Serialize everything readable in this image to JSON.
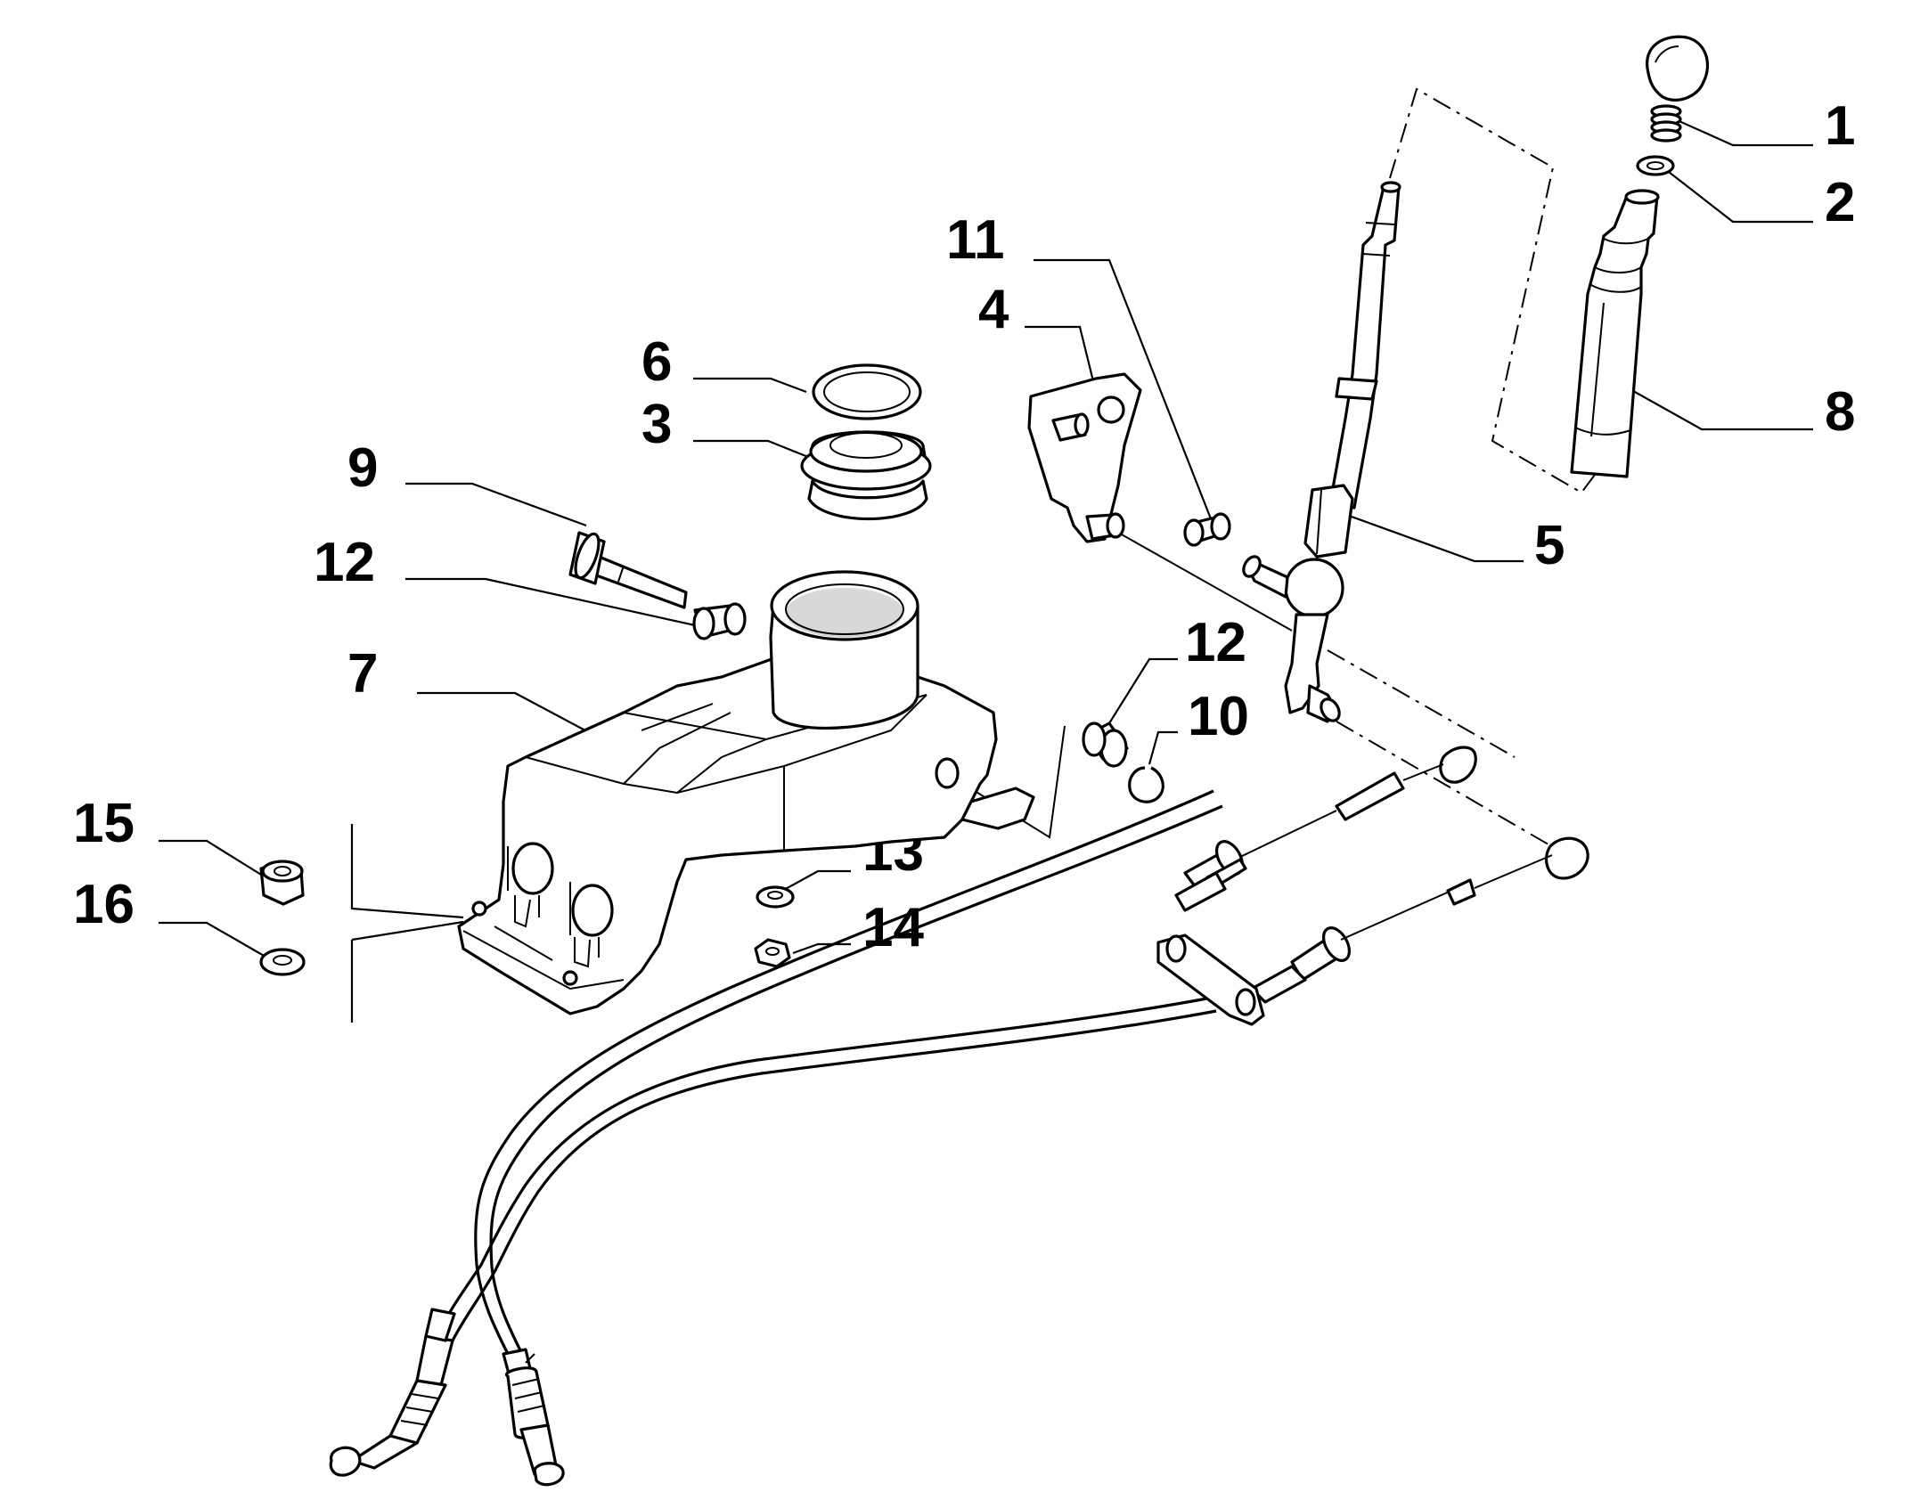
{
  "callouts": {
    "c1": "1",
    "c2": "2",
    "c3": "3",
    "c4": "4",
    "c5": "5",
    "c6": "6",
    "c7": "7",
    "c8": "8",
    "c9": "9",
    "c10": "10",
    "c11": "11",
    "c12a": "12",
    "c12b": "12",
    "c13": "13",
    "c14": "14",
    "c15": "15",
    "c16": "16"
  },
  "colors": {
    "line": "#000000",
    "background": "#ffffff",
    "shade": "#d8d8d8"
  }
}
